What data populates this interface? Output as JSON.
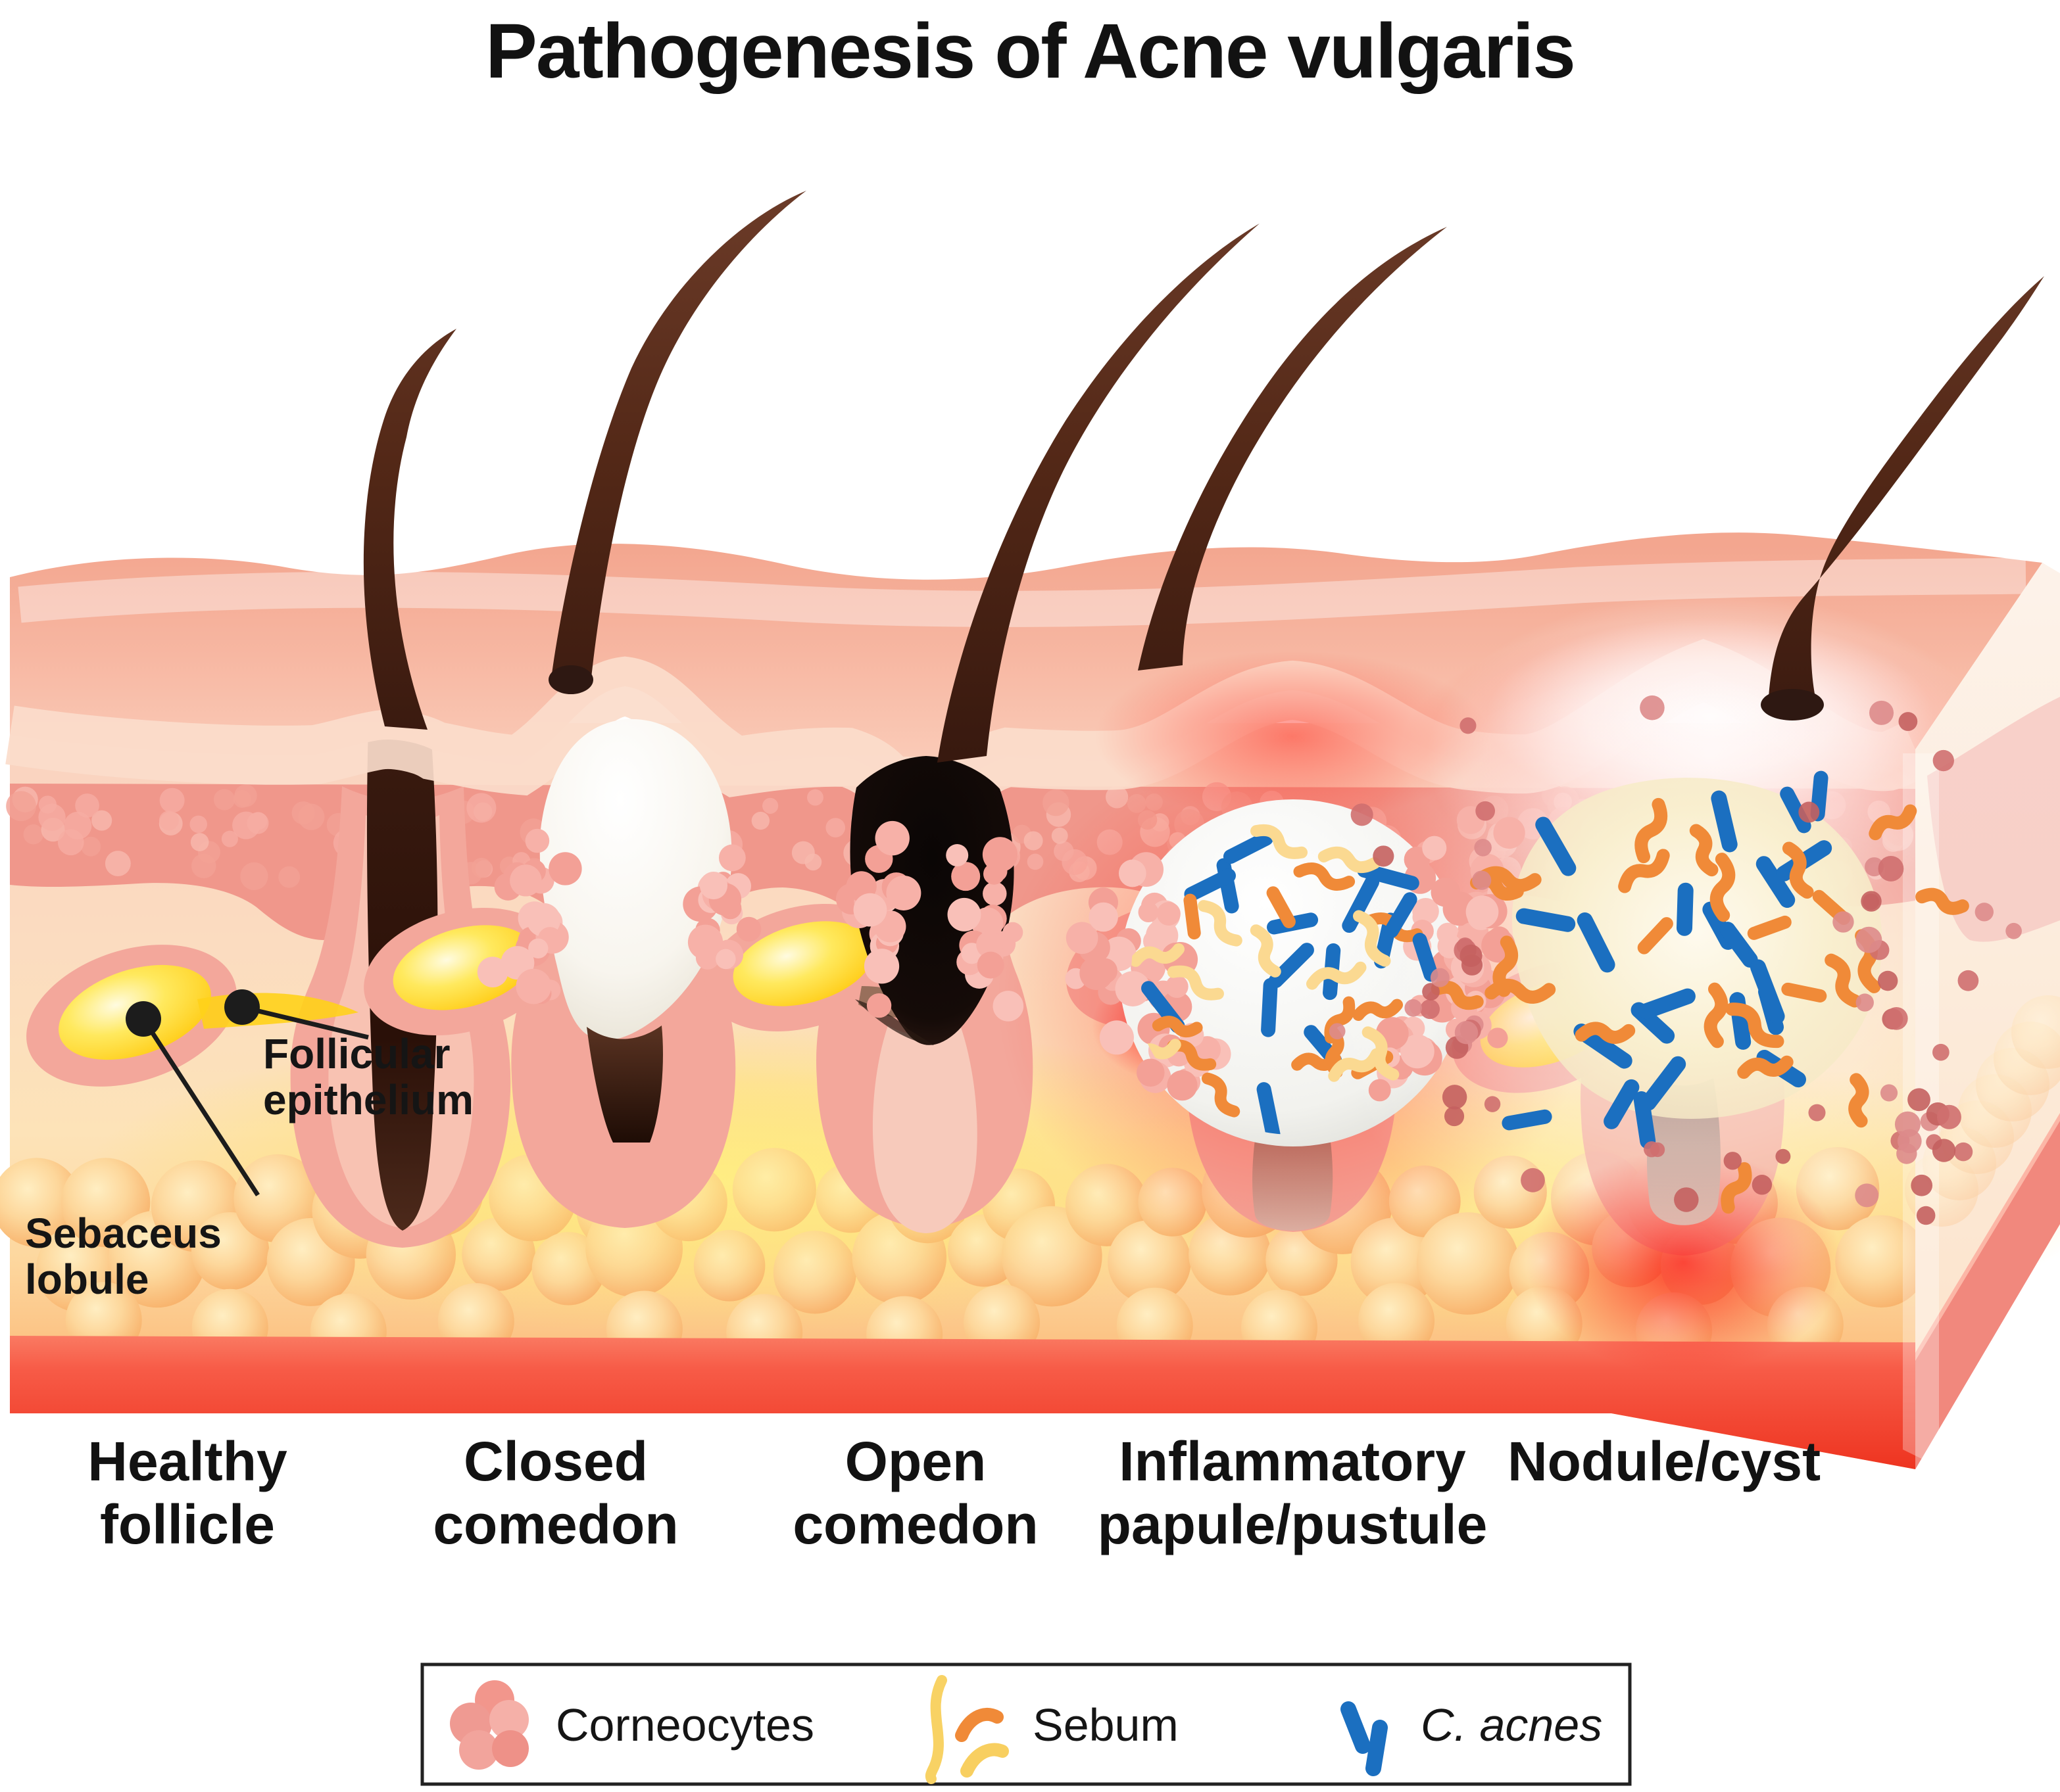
{
  "title": "Pathogenesis of Acne vulgaris",
  "annotations": {
    "sebaceus_lobule": {
      "line1": "Sebaceus",
      "line2": "lobule"
    },
    "follicular_epithelium": {
      "line1": "Follicular",
      "line2": "epithelium"
    }
  },
  "stages": [
    {
      "line1": "Healthy",
      "line2": "follicle"
    },
    {
      "line1": "Closed",
      "line2": "comedon"
    },
    {
      "line1": "Open",
      "line2": "comedon"
    },
    {
      "line1": "Inflammatory",
      "line2": "papule/pustule"
    },
    {
      "line1": "Nodule/cyst",
      "line2": ""
    }
  ],
  "legend": {
    "items": [
      {
        "icon": "corneocytes-icon",
        "label": "Corneocytes",
        "color": "#f2968c"
      },
      {
        "icon": "sebum-icon",
        "label": "Sebum",
        "color": "#f8d264"
      },
      {
        "icon": "c-acnes-icon",
        "label": "C. acnes",
        "color": "#1b6fc0"
      }
    ]
  },
  "colors": {
    "skin_surface": "#f7b7a2",
    "epidermis_band": "#f0978b",
    "dermis": "#fde3b8",
    "fat_cells": "#fdd79b",
    "base_layer": "#ee3420",
    "hair": "#3a1d14",
    "sebum_yellow": "#ffd21a",
    "inflammation_red": "#ff2e20",
    "bacteria_blue": "#1b6fc0",
    "bacteria_orange": "#f08a38",
    "bacteria_cream": "#fbd991",
    "corneocyte_pink": "#f4a59b"
  }
}
